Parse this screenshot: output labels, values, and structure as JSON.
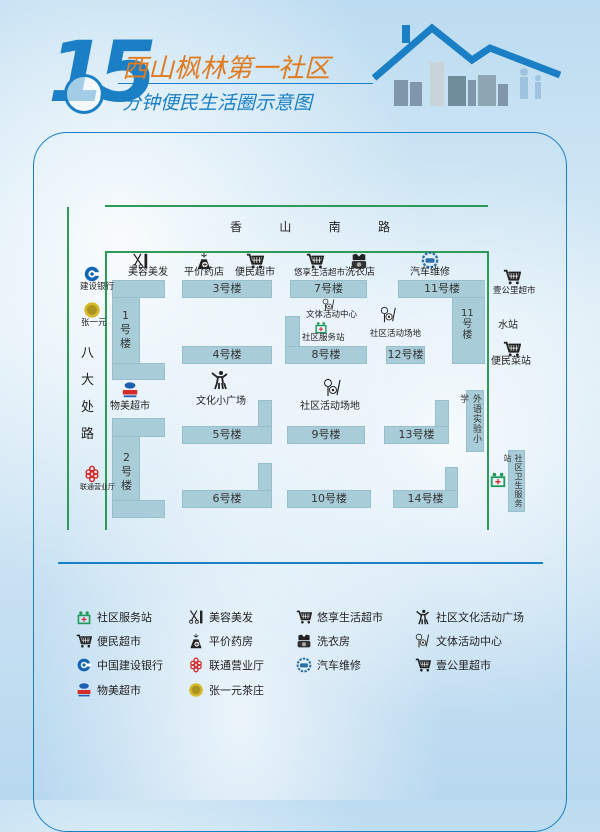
{
  "header": {
    "number": "15",
    "title": "西山枫林第一社区",
    "subtitle": "分钟便民生活圈示意图"
  },
  "roads": {
    "top": [
      "香",
      "山",
      "南",
      "路"
    ],
    "left": [
      "八",
      "大",
      "处",
      "路"
    ]
  },
  "buildings": {
    "b1": [
      "1",
      "号",
      "楼"
    ],
    "b2": [
      "2",
      "号",
      "楼"
    ],
    "b3": "3号楼",
    "b4": "4号楼",
    "b5": "5号楼",
    "b6": "6号楼",
    "b7": "7号楼",
    "b8": "8号楼",
    "b9": "9号楼",
    "b10": "10号楼",
    "b11": "11号楼",
    "b11v": [
      "11",
      "号",
      "楼"
    ],
    "b12": "12号楼",
    "b13": "13号楼",
    "b14": "14号楼",
    "school": "外语实验小学",
    "clinic": "社区卫生服务站"
  },
  "places": {
    "salon": "美容美发",
    "pharmacy": "平价药店",
    "market": "便民超市",
    "youxiang": "悠享生活超市",
    "laundry": "洗衣店",
    "car": "汽车维修",
    "yigongli": "壹公里超市",
    "water": "水站",
    "veg": "便民菜站",
    "bank": "建设银行",
    "tea": "张一元",
    "wumart": "物美超市",
    "unicom": "联通营业厅",
    "plaza": "文化小广场",
    "activity_big": "社区活动场地",
    "sports_center": "文体活动中心",
    "service": "社区服务站",
    "activity_small": "社区活动场地"
  },
  "legend": [
    {
      "icon": "service-station",
      "label": "社区服务站"
    },
    {
      "icon": "scissors",
      "label": "美容美发"
    },
    {
      "icon": "cart",
      "label": "悠享生活超市"
    },
    {
      "icon": "dancer",
      "label": "社区文化活动广场"
    },
    {
      "icon": "cart",
      "label": "便民超市"
    },
    {
      "icon": "pharmacy",
      "label": "平价药房"
    },
    {
      "icon": "laundry",
      "label": "洗衣房"
    },
    {
      "icon": "sports",
      "label": "文体活动中心"
    },
    {
      "icon": "bank",
      "label": "中国建设银行"
    },
    {
      "icon": "unicom",
      "label": "联通营业厅"
    },
    {
      "icon": "car-repair",
      "label": "汽车维修"
    },
    {
      "icon": "cart",
      "label": "壹公里超市"
    },
    {
      "icon": "wumart",
      "label": "物美超市"
    },
    {
      "icon": "tea",
      "label": "张一元茶庄"
    }
  ],
  "colors": {
    "accent": "#1a7fc4",
    "title": "#e07b22",
    "road": "#2e9a5a",
    "building": "#a9ccd9"
  }
}
